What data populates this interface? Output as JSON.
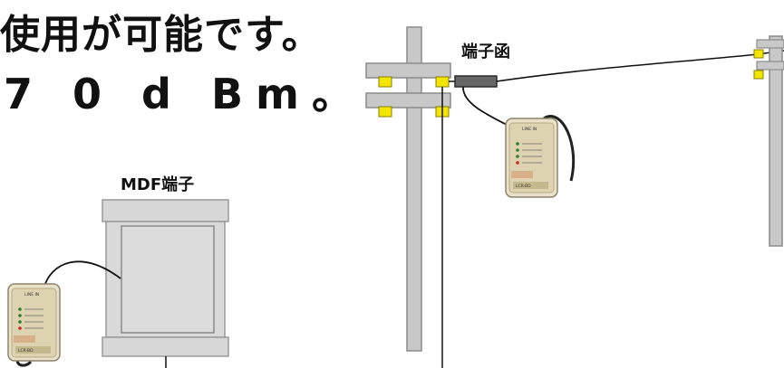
{
  "headline": {
    "line1": "使用が可能です。",
    "line2": "7 0 d Bm。"
  },
  "labels": {
    "mdf": "MDF端子",
    "terminal_box": "端子函"
  },
  "tester_panel": {
    "top_label": "LINE IN",
    "bottom_label": "LCR-BD"
  },
  "colors": {
    "pole": "#c8c8c8",
    "crossarm": "#c8c8c8",
    "insulator": "#f2e600",
    "device_body": "#e9e1c9",
    "device_panel": "#c4b98d",
    "cabinet": "#d7d7d7",
    "text": "#111111"
  }
}
